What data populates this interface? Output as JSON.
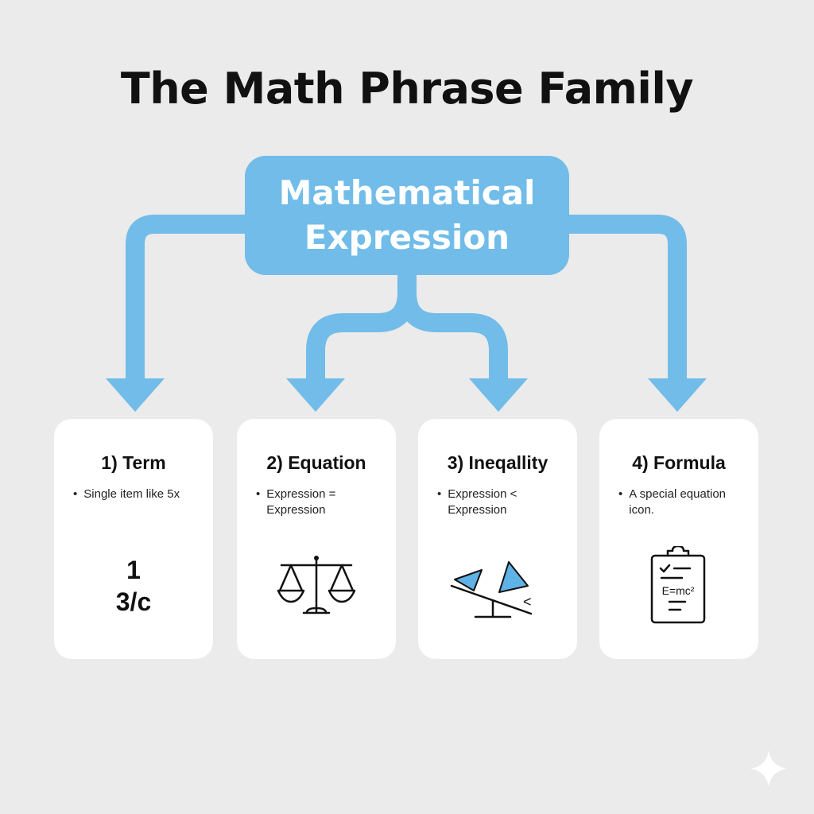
{
  "title": "The Math Phrase Family",
  "root": {
    "line1": "Mathematical",
    "line2": "Expression"
  },
  "cards": [
    {
      "title": "1) Term",
      "bullet": "Single item like 5x",
      "numerator": "1",
      "denominator": "3/c"
    },
    {
      "title": "2) Equation",
      "bullet": "Expression = Expression",
      "icon": "balance-scale-icon"
    },
    {
      "title": "3) Ineqallity",
      "bullet": "Expression < Expression",
      "icon": "seesaw-icon",
      "symbol": "<"
    },
    {
      "title": "4) Formula",
      "bullet": "A special equation icon.",
      "icon": "clipboard-formula-icon",
      "formula": "E=mc²"
    }
  ],
  "colors": {
    "background": "#ebebeb",
    "accent": "#71bce9",
    "card": "#ffffff",
    "text": "#111111"
  }
}
